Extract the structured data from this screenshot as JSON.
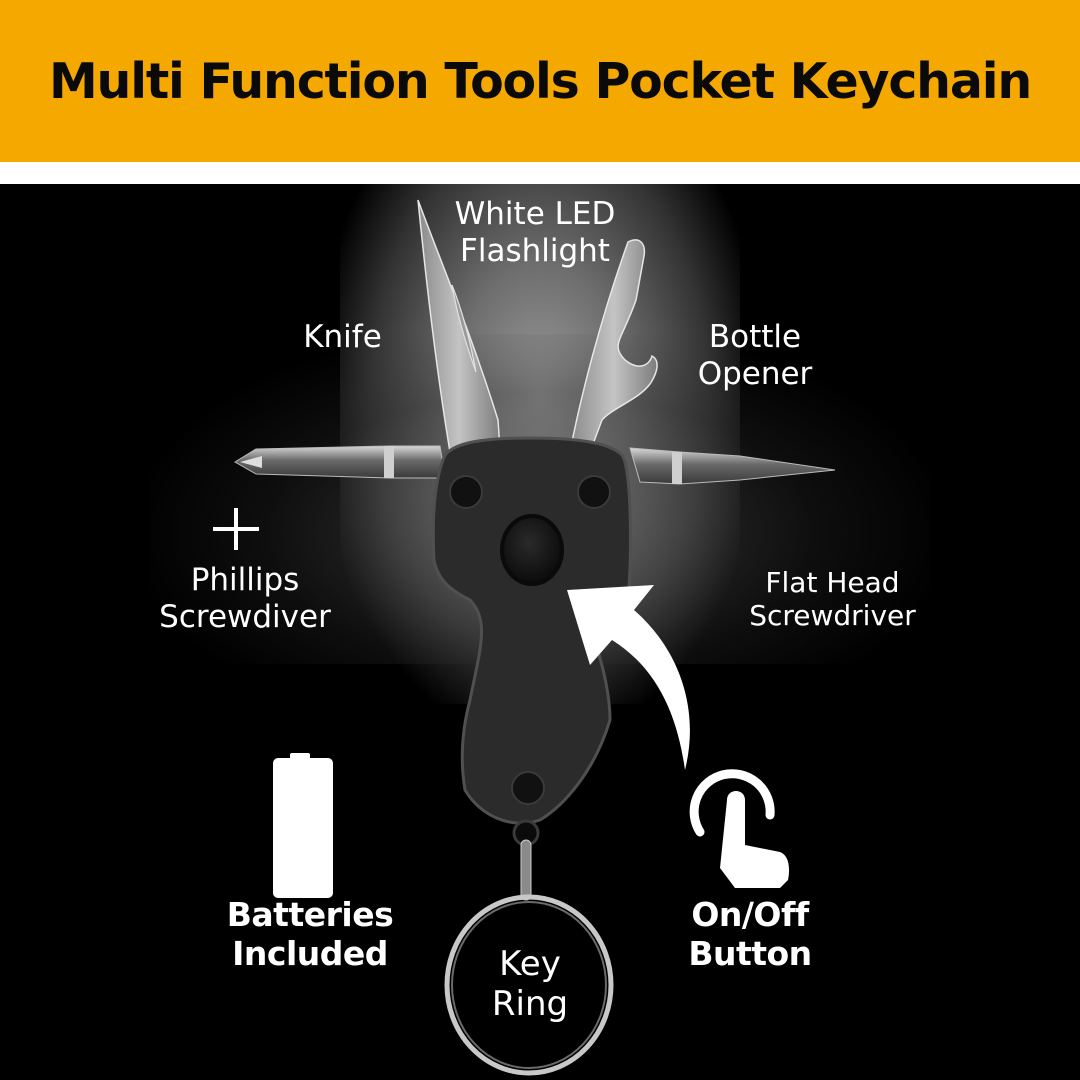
{
  "header": {
    "title": "Multi Function Tools Pocket Keychain",
    "background_color": "#F5A800",
    "text_color": "#0a0a0a"
  },
  "product_image": {
    "background_color": "#000000",
    "labels": {
      "flashlight": {
        "line1": "White LED",
        "line2": "Flashlight"
      },
      "knife": {
        "line1": "Knife"
      },
      "bottle_opener": {
        "line1": "Bottle",
        "line2": "Opener"
      },
      "phillips": {
        "icon": "plus-icon",
        "line1": "Phillips",
        "line2": "Screwdiver"
      },
      "flat_head": {
        "line1": "Flat Head",
        "line2": "Screwdriver"
      },
      "batteries": {
        "icon": "battery-icon",
        "line1": "Batteries",
        "line2": "Included"
      },
      "on_off": {
        "icon": "finger-tap-icon",
        "line1": "On/Off",
        "line2": "Button"
      },
      "key_ring": {
        "line1": "Key",
        "line2": "Ring"
      }
    }
  }
}
